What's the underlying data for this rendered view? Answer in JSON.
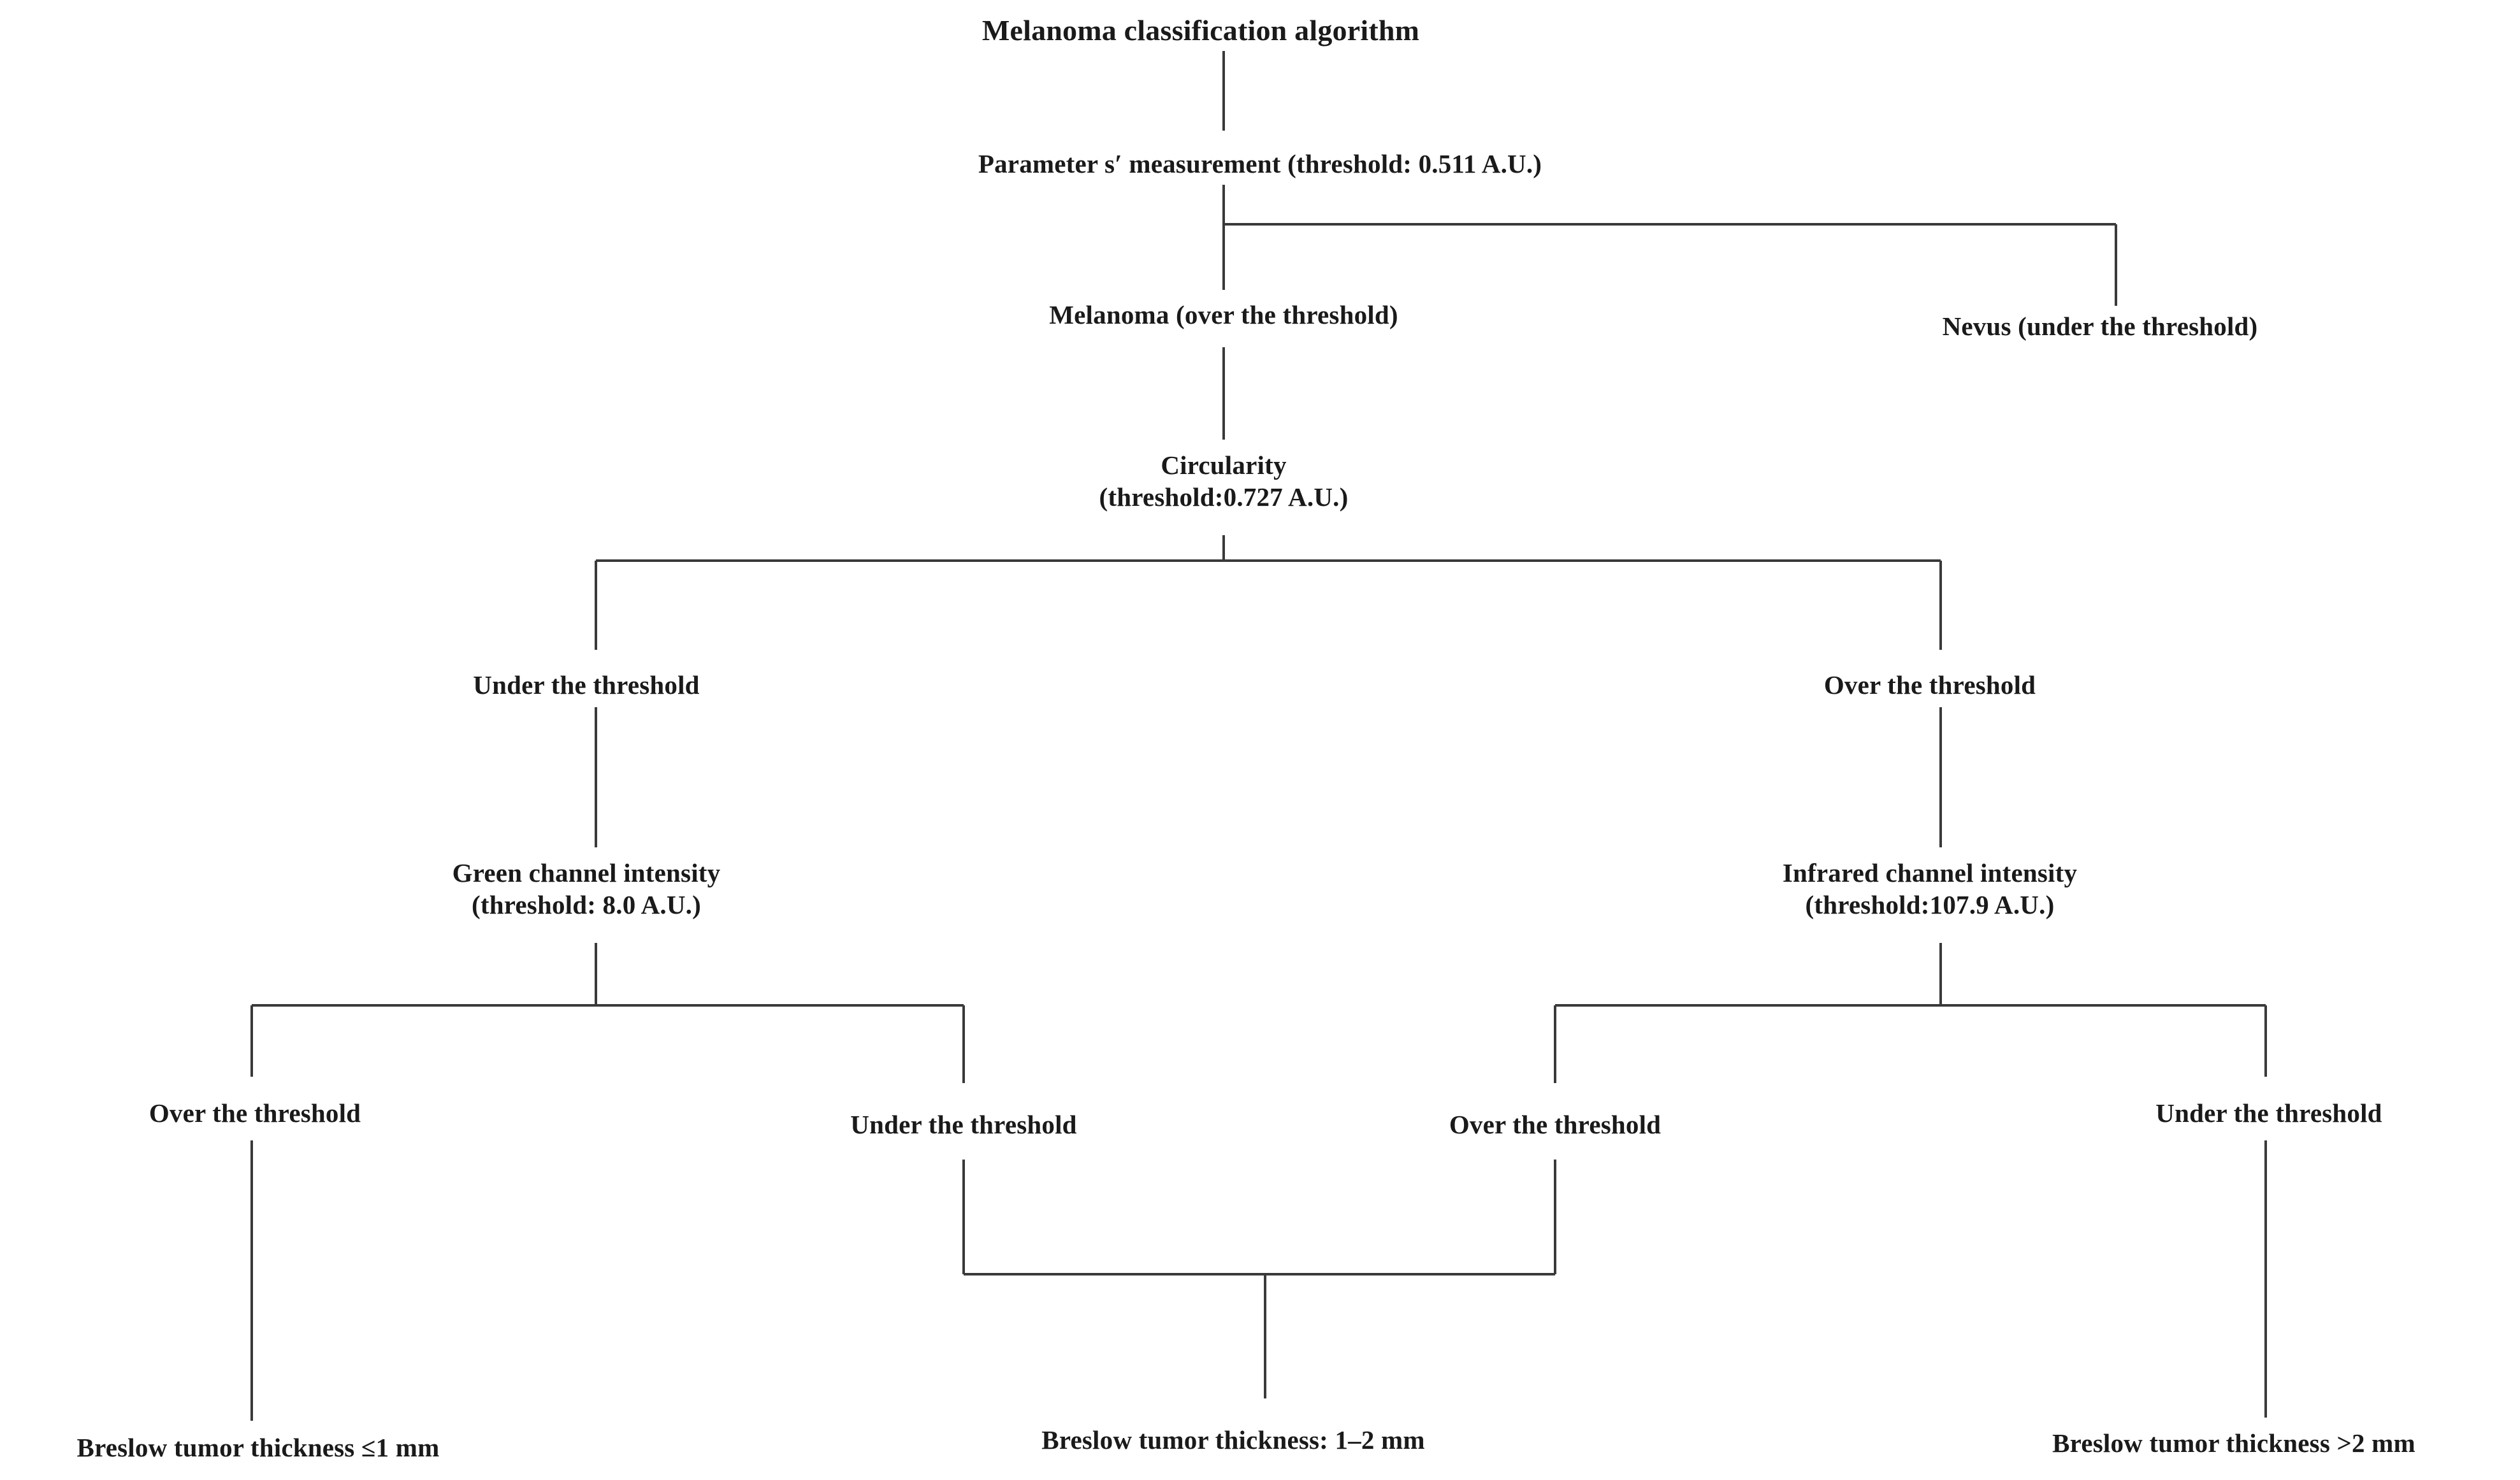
{
  "diagram": {
    "title": "Melanoma classification algorithm",
    "type": "decision-tree-flowchart",
    "line_color": "#3a3a3a",
    "text_color": "#1a1a1a",
    "background_color": "#ffffff",
    "nodes": {
      "root": {
        "label": "Melanoma classification algorithm"
      },
      "parameter_s": {
        "label": "Parameter s′ measurement (threshold: 0.511 A.U.)"
      },
      "melanoma": {
        "label": "Melanoma (over the threshold)"
      },
      "nevus": {
        "label": "Nevus (under the threshold)"
      },
      "circularity": {
        "line1": "Circularity",
        "line2": "(threshold:0.727 A.U.)"
      },
      "circ_under": {
        "label": "Under the threshold"
      },
      "circ_over": {
        "label": "Over the threshold"
      },
      "green_channel": {
        "line1": "Green channel intensity",
        "line2": "(threshold: 8.0 A.U.)"
      },
      "infrared_channel": {
        "line1": "Infrared channel intensity",
        "line2": "(threshold:107.9 A.U.)"
      },
      "green_over": {
        "label": "Over the threshold"
      },
      "green_under": {
        "label": "Under the threshold"
      },
      "ir_over": {
        "label": "Over the threshold"
      },
      "ir_under": {
        "label": "Under the threshold"
      },
      "breslow_thin": {
        "label": "Breslow tumor thickness ≤1 mm"
      },
      "breslow_mid": {
        "label": "Breslow tumor thickness: 1–2 mm"
      },
      "breslow_thick": {
        "label": "Breslow tumor thickness >2 mm"
      }
    }
  }
}
